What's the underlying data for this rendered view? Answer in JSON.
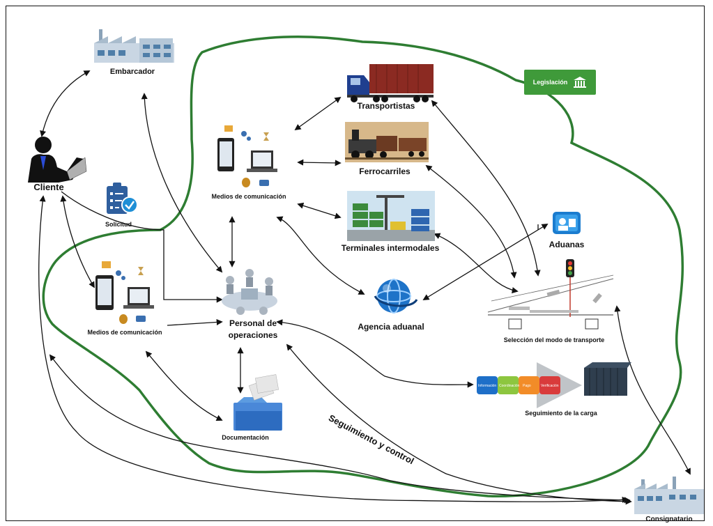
{
  "nodes": {
    "embarcador": "Embarcador",
    "cliente": "Cliente",
    "solicitud": "Solicitud",
    "medios_top": "Medios de comunicación",
    "medios_left": "Medios de comunicación",
    "transportistas": "Transportistas",
    "ferrocarriles": "Ferrocarriles",
    "terminales": "Terminales intermodales",
    "legislacion": "Legislación",
    "aduanas": "Aduanas",
    "personal_line1": "Personal de",
    "personal_line2": "operaciones",
    "agencia": "Agencia aduanal",
    "seleccion": "Selección del modo de transporte",
    "seguimiento_carga": "Seguimiento de la carga",
    "documentacion": "Documentación",
    "seguimiento_control": "Seguimiento y control",
    "consignatario": "Consignatario"
  },
  "process_steps": [
    "Información",
    "Coordinación",
    "Pago",
    "Verificación"
  ],
  "colors": {
    "loop": "#2e7d32",
    "legislacion_badge": "#3f9a3a",
    "truck_cab": "#1f3f8f",
    "container_red": "#8b2a22",
    "globe": "#1e73c8"
  }
}
